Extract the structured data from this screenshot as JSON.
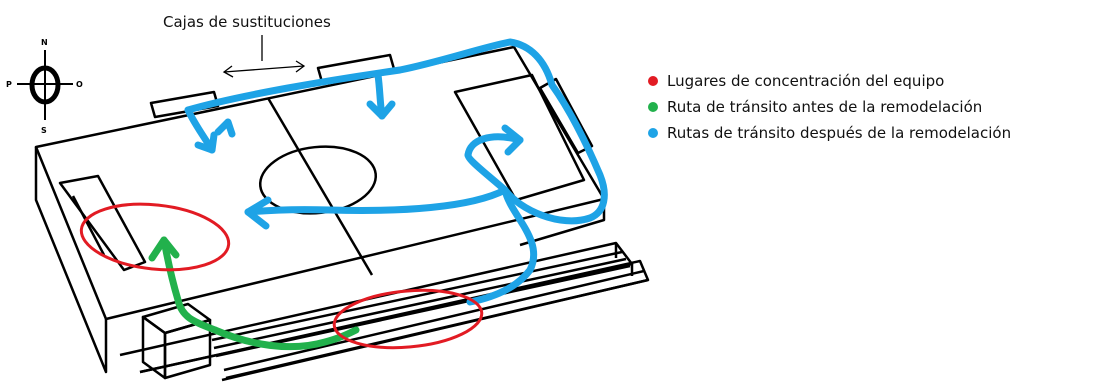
{
  "title": "Cajas de sustituciones",
  "compass": {
    "north": "N",
    "south": "S",
    "west": "P",
    "east": "O"
  },
  "colors": {
    "concentration": "#e21b23",
    "route_before": "#22b14c",
    "route_after": "#1ea3e6",
    "lines": "#000000"
  },
  "legend": [
    {
      "label": "Lugares de concentración del equipo",
      "color": "#e21b23"
    },
    {
      "label": "Ruta de tránsito antes de la remodelación",
      "color": "#22b14c"
    },
    {
      "label": "Rutas de tránsito después de la remodelación",
      "color": "#1ea3e6"
    }
  ]
}
